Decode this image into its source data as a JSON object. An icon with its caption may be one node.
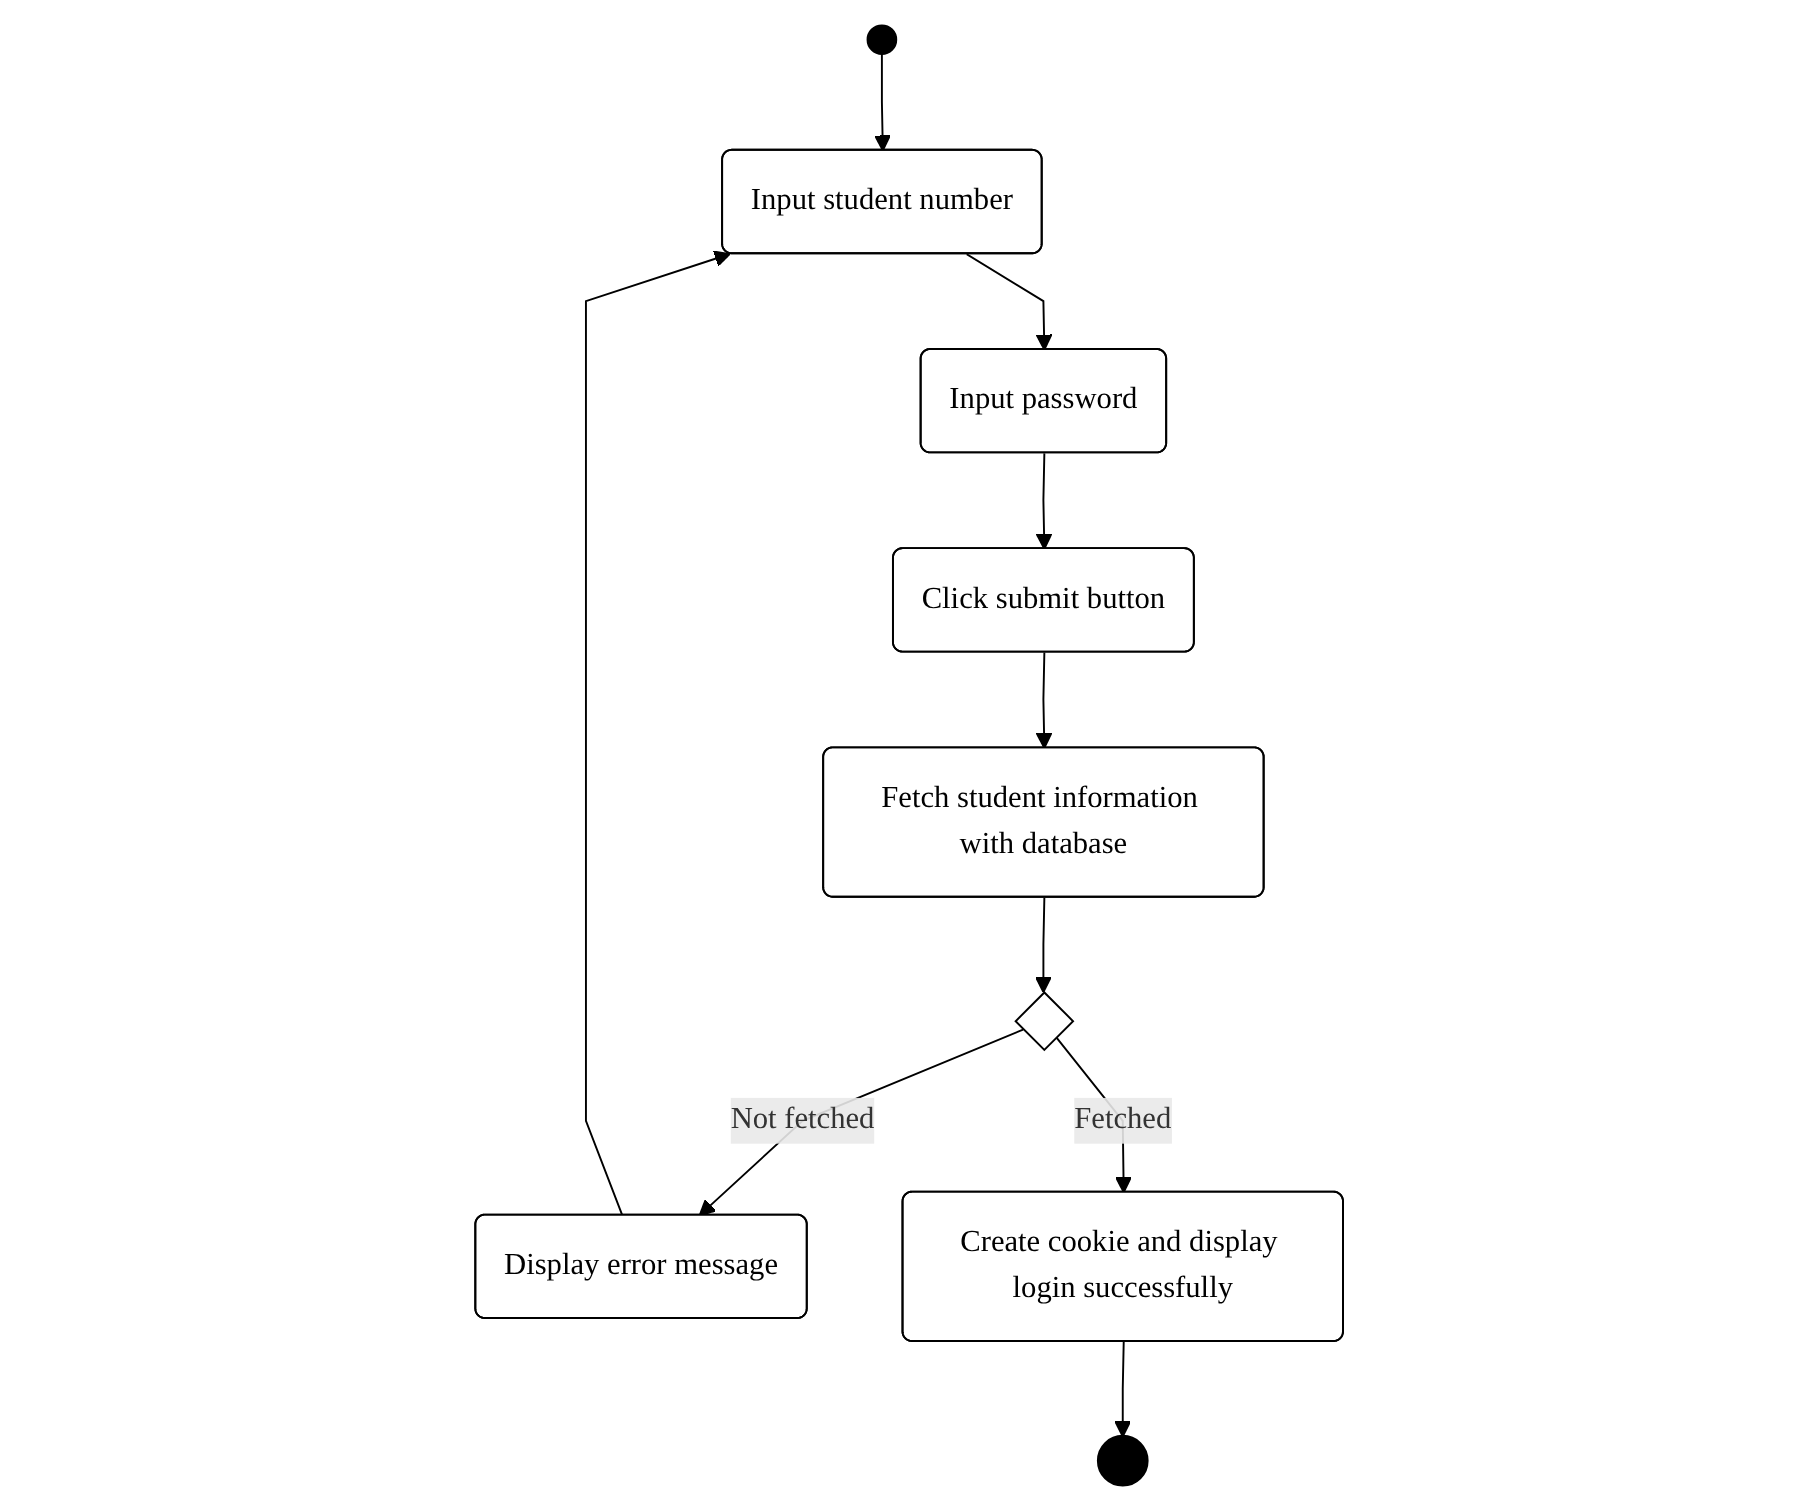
{
  "diagram": {
    "nodes": [
      {
        "text": [],
        "shape": "circle"
      },
      {
        "text": [
          "Input student number"
        ]
      },
      {
        "text": [
          "Input password"
        ]
      },
      {
        "text": [
          "Click submit button"
        ]
      },
      {
        "text": [
          "Fetch student information with database"
        ]
      },
      {
        "text": [],
        "shape": "diamond"
      },
      {
        "text": [
          "Display error message"
        ]
      },
      {
        "text": [
          "Create cookie and display login successfully"
        ]
      },
      {
        "text": [],
        "shape": "circle"
      }
    ],
    "edges": [
      {
        "from": 0,
        "to": 1,
        "arrow": "to"
      },
      {
        "from": 1,
        "to": 2,
        "arrow": "to"
      },
      {
        "from": 2,
        "to": 3,
        "arrow": "to"
      },
      {
        "from": 3,
        "to": 4,
        "arrow": "to"
      },
      {
        "from": 4,
        "to": 5,
        "arrow": "to"
      },
      {
        "from": 5,
        "to": 6,
        "label": "Not fetched",
        "arrow": "to"
      },
      {
        "from": 6,
        "to": 1,
        "arrow": "to"
      },
      {
        "from": 5,
        "to": 7,
        "label": "Fetched",
        "arrow": "to"
      },
      {
        "from": 7,
        "to": 8,
        "arrow": "to"
      }
    ]
  }
}
